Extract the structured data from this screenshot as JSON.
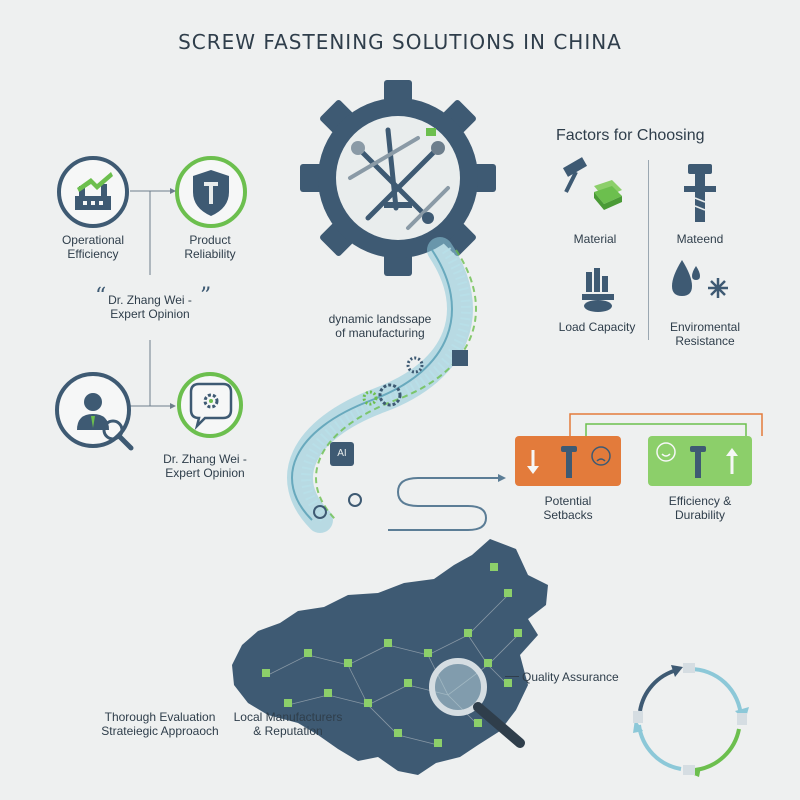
{
  "title": "SCREW FASTENING SOLUTIONS IN CHINA",
  "left": {
    "operational": "Operational\nEfficiency",
    "product": "Product\nReliability",
    "quote_top": "Dr. Zhang Wei -\nExpert Opinion",
    "quote_bottom": "Dr. Zhang Wei -\nExpert Opinion",
    "quote_open": "“",
    "quote_close": "”"
  },
  "center": {
    "landscape": "dynamic landssape\nof manufacturing",
    "chip": "AI"
  },
  "factors": {
    "heading": "Factors for Choosing",
    "material": "Material",
    "matend": "Mateend",
    "load": "Load Capacity",
    "env": "Enviromental\nResistance"
  },
  "outcomes": {
    "setbacks": "Potential\nSetbacks",
    "durability": "Efficiency &\nDurability"
  },
  "bottom": {
    "quality": "Quality Assurance",
    "evaluation": "Thorough Evaluation\nStrateiegic Approaoch",
    "local": "Local Manufacturers\n& Reputation"
  },
  "colors": {
    "dark": "#3e5a73",
    "green": "#6cbf4e",
    "orange": "#e37b3b",
    "lightgreen": "#8ccf6a",
    "teal": "#8cc8d8"
  }
}
